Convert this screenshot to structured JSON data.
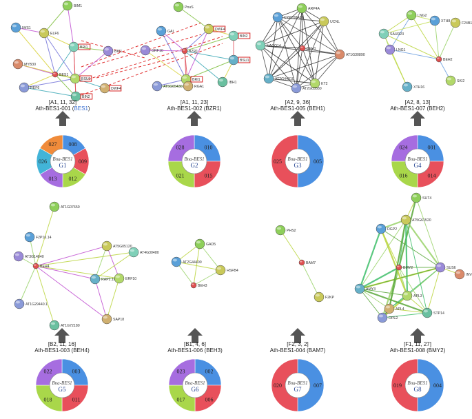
{
  "colors": {
    "blue": "#4a90e2",
    "red": "#e8505b",
    "green": "#a9d74a",
    "purple": "#a66de0",
    "orange": "#f08b3a",
    "cyan": "#42b4d8",
    "label_blue": "#3b6fd0",
    "arrow": "#555555"
  },
  "center_text": "Bna-BES1",
  "panels": [
    {
      "id": "g1",
      "header": "[A1, 11, 32]",
      "title_prefix": "Ath-BES1-001",
      "title_gene": "BES1",
      "title_gene_color": "blue",
      "group": "G1",
      "segments": [
        {
          "label": "008",
          "value": 1,
          "color": "blue"
        },
        {
          "label": "009",
          "value": 1,
          "color": "red"
        },
        {
          "label": "012",
          "value": 1,
          "color": "green"
        },
        {
          "label": "013",
          "value": 1,
          "color": "purple"
        },
        {
          "label": "026",
          "value": 1,
          "color": "cyan"
        },
        {
          "label": "027",
          "value": 1,
          "color": "orange"
        }
      ],
      "network_labels": [
        "BIM1",
        "IWS1",
        "ELF6",
        "BRI1",
        "BKI1",
        "MYB30",
        "BES1",
        "BSU1",
        "REF6",
        "DWF4",
        "BIN2"
      ],
      "boxed_labels": [
        "BRI1",
        "BSU1",
        "DWF4",
        "BIN2"
      ]
    },
    {
      "id": "g2",
      "header": "[A1, 11, 23]",
      "title_prefix": "Ath-BES1-002",
      "title_gene": "BZR1",
      "title_gene_color": "dark",
      "group": "G2",
      "segments": [
        {
          "label": "010",
          "value": 1,
          "color": "blue"
        },
        {
          "label": "015",
          "value": 1,
          "color": "red"
        },
        {
          "label": "021",
          "value": 1,
          "color": "green"
        },
        {
          "label": "028",
          "value": 1,
          "color": "purple"
        }
      ],
      "network_labels": [
        "PnuS",
        "GAI",
        "DWF4",
        "BIN2",
        "GRF10",
        "BZR1",
        "BSU1",
        "BRI1",
        "AT5G65430.3",
        "RGA1",
        "IBH1"
      ],
      "boxed_labels": [
        "DWF4",
        "BIN2",
        "BSU1",
        "BRI1"
      ]
    },
    {
      "id": "g3",
      "header": "[A2, 9, 36]",
      "title_prefix": "Ath-BES1-005",
      "title_gene": "BEH1",
      "title_gene_color": "dark",
      "group": "G3",
      "segments": [
        {
          "label": "005",
          "value": 1,
          "color": "blue"
        },
        {
          "label": "025",
          "value": 1,
          "color": "red"
        }
      ],
      "network_labels": [
        "ARP4A",
        "CYP708A1&",
        "UCNL",
        "NACO14",
        "BEH1",
        "AT1G30890",
        "AT2G44310",
        "KT2",
        "AT2G03580"
      ],
      "boxed_labels": []
    },
    {
      "id": "g4",
      "header": "[A2, 8, 13]",
      "title_prefix": "Ath-BES1-007",
      "title_gene": "BEH2",
      "title_gene_color": "dark",
      "group": "G4",
      "segments": [
        {
          "label": "001",
          "value": 1,
          "color": "blue"
        },
        {
          "label": "014",
          "value": 1,
          "color": "red"
        },
        {
          "label": "016",
          "value": 1,
          "color": "green"
        },
        {
          "label": "024",
          "value": 1,
          "color": "purple"
        }
      ],
      "network_labels": [
        "LNG2",
        "XTH8",
        "F24B18.11",
        "SAUR23",
        "LNG1",
        "BEH2",
        "XTH16",
        "SKI2"
      ],
      "boxed_labels": []
    },
    {
      "id": "g5",
      "header": "[B2, 11, 16]",
      "title_prefix": "Ath-BES1-003",
      "title_gene": "BEH4",
      "title_gene_color": "dark",
      "group": "G5",
      "segments": [
        {
          "label": "003",
          "value": 1,
          "color": "blue"
        },
        {
          "label": "011",
          "value": 1,
          "color": "red"
        },
        {
          "label": "018",
          "value": 1,
          "color": "green"
        },
        {
          "label": "022",
          "value": 1,
          "color": "purple"
        }
      ],
      "network_labels": [
        "AT1G07650",
        "F2P16.14",
        "AT5G05120",
        "AT4G30480",
        "AT3G14840",
        "BEH4",
        "RAP2.10",
        "ERF10",
        "AT1G29440.1",
        "SAP18",
        "AT1G72180"
      ],
      "boxed_labels": []
    },
    {
      "id": "g6",
      "header": "[B1, 4, 6]",
      "title_prefix": "Ath-BES1-006",
      "title_gene": "BEH3",
      "title_gene_color": "dark",
      "group": "G6",
      "segments": [
        {
          "label": "002",
          "value": 1,
          "color": "blue"
        },
        {
          "label": "006",
          "value": 1,
          "color": "red"
        },
        {
          "label": "017",
          "value": 1,
          "color": "green"
        },
        {
          "label": "023",
          "value": 1,
          "color": "purple"
        }
      ],
      "network_labels": [
        "GAD5",
        "AT2G44400",
        "HSFB4",
        "BEH3"
      ],
      "boxed_labels": []
    },
    {
      "id": "g7",
      "header": "[F2, 3, 2]",
      "title_prefix": "Ath-BES1-004",
      "title_gene": "BAM7",
      "title_gene_color": "dark",
      "group": "G7",
      "segments": [
        {
          "label": "007",
          "value": 1,
          "color": "blue"
        },
        {
          "label": "020",
          "value": 1,
          "color": "red"
        }
      ],
      "network_labels": [
        "PHS2",
        "BAM7",
        "F2KP"
      ],
      "boxed_labels": []
    },
    {
      "id": "g8",
      "header": "[F1, 11, 27]",
      "title_prefix": "Ath-BES1-008",
      "title_gene": "BMY2",
      "title_gene_color": "dark",
      "group": "G8",
      "segments": [
        {
          "label": "004",
          "value": 1,
          "color": "blue"
        },
        {
          "label": "019",
          "value": 1,
          "color": "red"
        }
      ],
      "network_labels": [
        "SUT4",
        "DGP2",
        "AT5G61520",
        "BMY2",
        "SUS6",
        "INV-E",
        "AMY3",
        "APL3",
        "DPE2",
        "APL4",
        "STP14"
      ],
      "boxed_labels": []
    }
  ]
}
